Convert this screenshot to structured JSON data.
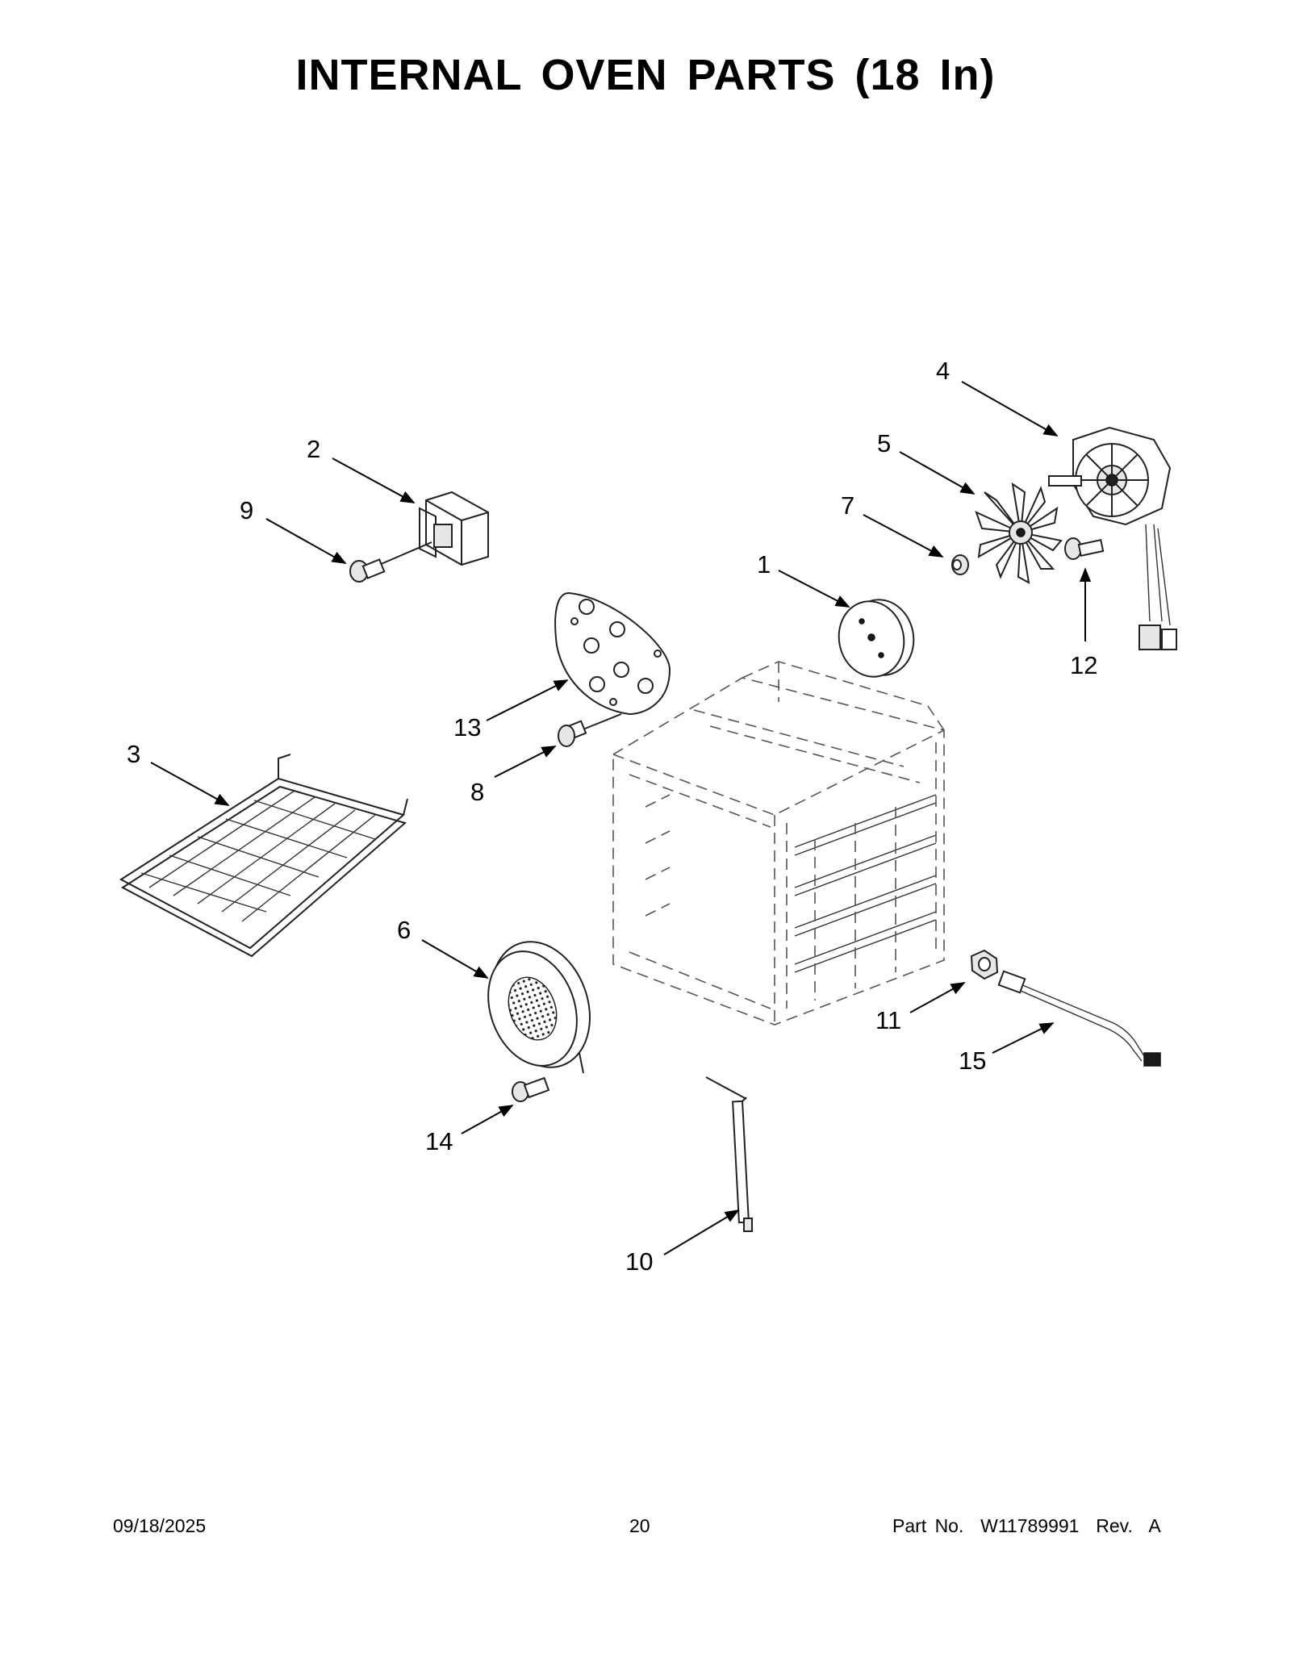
{
  "page": {
    "title": "INTERNAL OVEN PARTS (18 In)",
    "footer": {
      "date": "09/18/2025",
      "page_number": "20",
      "part_number": "Part No.  W11789991  Rev.  A"
    }
  },
  "callouts": [
    {
      "id": "1",
      "label": "1"
    },
    {
      "id": "2",
      "label": "2"
    },
    {
      "id": "3",
      "label": "3"
    },
    {
      "id": "4",
      "label": "4"
    },
    {
      "id": "5",
      "label": "5"
    },
    {
      "id": "6",
      "label": "6"
    },
    {
      "id": "7",
      "label": "7"
    },
    {
      "id": "8",
      "label": "8"
    },
    {
      "id": "9",
      "label": "9"
    },
    {
      "id": "10",
      "label": "10"
    },
    {
      "id": "11",
      "label": "11"
    },
    {
      "id": "12",
      "label": "12"
    },
    {
      "id": "13",
      "label": "13"
    },
    {
      "id": "14",
      "label": "14"
    },
    {
      "id": "15",
      "label": "15"
    }
  ]
}
